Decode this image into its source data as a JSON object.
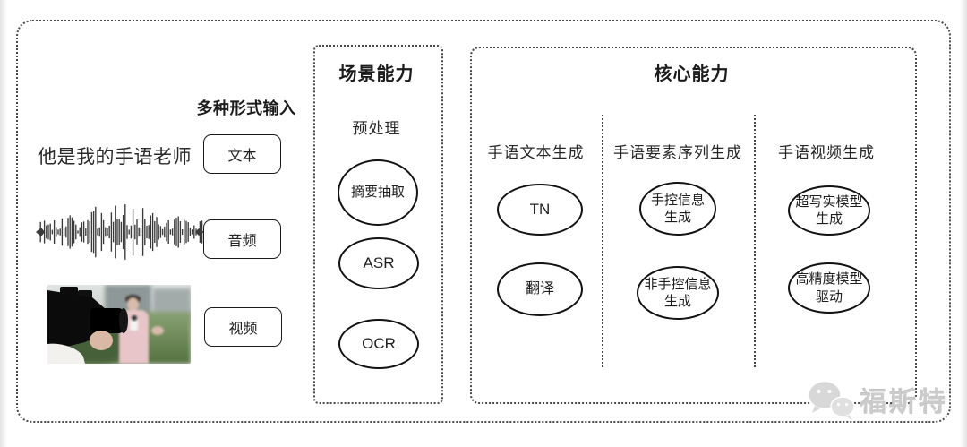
{
  "input_section": {
    "header": "多种形式输入",
    "text_sample": "他是我的手语老师",
    "types": [
      {
        "label": "文本"
      },
      {
        "label": "音频"
      },
      {
        "label": "视频"
      }
    ]
  },
  "scene_box": {
    "title": "场景能力",
    "stage_label": "预处理",
    "nodes": [
      {
        "label": "摘要抽取"
      },
      {
        "label": "ASR"
      },
      {
        "label": "OCR"
      }
    ]
  },
  "core_box": {
    "title": "核心能力",
    "columns": [
      {
        "header": "手语文本生成",
        "nodes": [
          {
            "label": "TN"
          },
          {
            "label": "翻译"
          }
        ]
      },
      {
        "header": "手语要素序列生成",
        "nodes": [
          {
            "label": "手控信息\n生成"
          },
          {
            "label": "非手控信息\n生成"
          }
        ]
      },
      {
        "header": "手语视频生成",
        "nodes": [
          {
            "label": "超写实模型\n生成"
          },
          {
            "label": "高精度模型\n驱动"
          }
        ]
      }
    ]
  },
  "watermark": {
    "brand": "福斯特"
  },
  "colors": {
    "dotted_border": "#4a4a4a",
    "node_stroke": "#121212",
    "text": "#1c1c1c",
    "watermark": "#cbcbcb"
  }
}
